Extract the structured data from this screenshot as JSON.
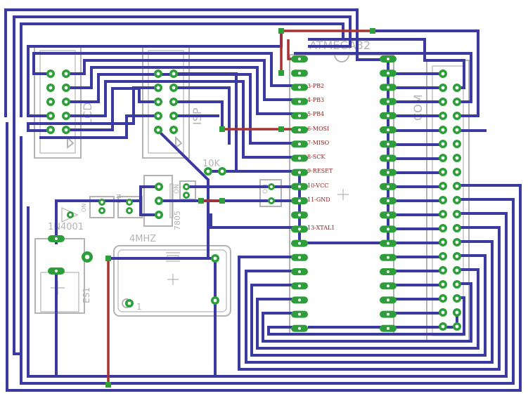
{
  "title": "ATMEGA32 board layout",
  "components": {
    "mcu": "ATMEGA32",
    "lcd": "LCD",
    "isp": "ISP",
    "com": "COM",
    "resistor": "10K",
    "regulator": "7805",
    "diode": "1N4001",
    "crystal": "4MHZ",
    "crystal_pin": "1",
    "jack": "ES1",
    "switch1": "ON",
    "switch2": "ON",
    "switch3": "ON",
    "switch4": "ON"
  },
  "mcu_pins": [
    "3-PB2",
    "4-PB3",
    "5-PB4",
    "6-MOSI",
    "7-MISO",
    "8-SCK",
    "9-RESET",
    "10-VCC",
    "11-GND",
    "13-XTAL1"
  ],
  "colors": {
    "bottom_copper": "#3a3aa0",
    "top_copper": "#a83232",
    "pad": "#2e9e3a",
    "silkscreen": "#b4b4b4",
    "pin_label": "#8b1a1a"
  }
}
